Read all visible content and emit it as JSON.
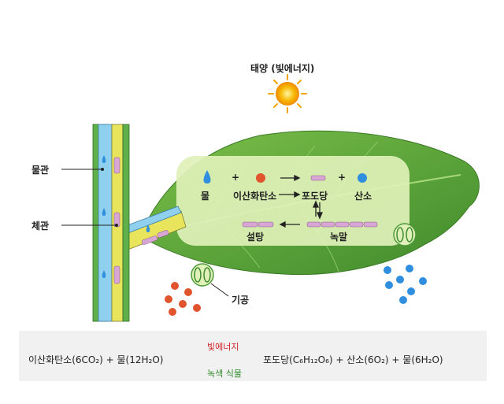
{
  "sun": {
    "label": "태양 (빛에너지)"
  },
  "vessels": {
    "xylem_label": "물관",
    "phloem_label": "체관"
  },
  "leaf": {
    "water": "물",
    "co2": "이산화탄소",
    "glucose": "포도당",
    "oxygen": "산소",
    "sugar": "설탕",
    "starch": "녹말",
    "plus": "+"
  },
  "stoma": {
    "label": "기공"
  },
  "equation": {
    "left": "이산화탄소(6CO₂) + 물(12H₂O)",
    "energy": "빛에너지",
    "catalyst": "녹색 식물",
    "right": "포도당(C₆H₁₂O₆) + 산소(6O₂) + 물(6H₂O)"
  },
  "colors": {
    "leaf": "#5fa83a",
    "highlight": "#dff1b8",
    "xylem": "#8fd0ef",
    "phloem": "#e8e45c",
    "co2_dot": "#e0552d",
    "o2_dot": "#2f8fde",
    "arrow_red": "#d0242a",
    "sugar_bar": "#d7a6d4"
  }
}
